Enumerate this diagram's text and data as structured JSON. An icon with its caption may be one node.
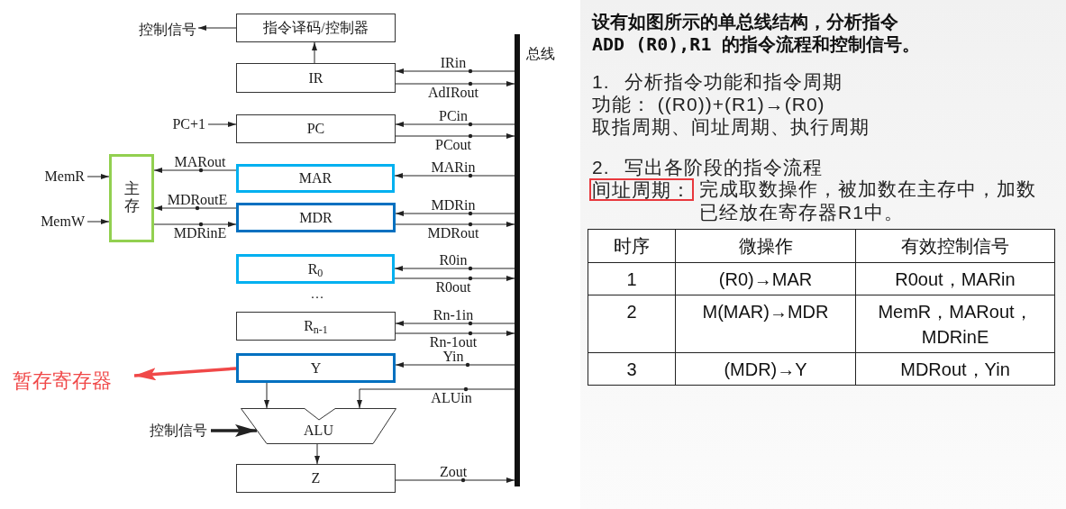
{
  "diagram": {
    "nodes": [
      {
        "text": [
          "控制信号"
        ]
      },
      {
        "text": [
          "指令译码/控制器"
        ]
      },
      {
        "text": [
          "IR"
        ]
      },
      {
        "text": [],
        "shape": "bar",
        "beside": [
          "总线"
        ]
      },
      {
        "text": [
          "PC+1"
        ]
      },
      {
        "text": [
          "PC"
        ]
      },
      {
        "text": [
          "MemR"
        ]
      },
      {
        "text": [
          "MemW"
        ]
      },
      {
        "text": [
          "主存"
        ]
      },
      {
        "text": [
          "MAR"
        ]
      },
      {
        "text": [
          "MDR"
        ]
      },
      {
        "text": [
          "R$_{0}$"
        ]
      },
      {
        "text": [
          "R$_{n-1}$"
        ]
      },
      {
        "text": [
          "Y"
        ]
      },
      {
        "text": [
          "ALU"
        ]
      },
      {
        "text": [
          "控制信号"
        ]
      },
      {
        "text": [
          "Z"
        ]
      },
      {
        "text": [
          "暂存寄存器"
        ]
      }
    ],
    "edges": [
      {
        "from": 1,
        "to": 0,
        "arrow": "to"
      },
      {
        "from": 2,
        "to": 1,
        "arrow": "to"
      },
      {
        "from": 3,
        "to": 2,
        "arrow": "to",
        "label": "IRin"
      },
      {
        "from": 2,
        "to": 3,
        "arrow": "to",
        "label": "AdIRout"
      },
      {
        "from": 4,
        "to": 5,
        "arrow": "to"
      },
      {
        "from": 3,
        "to": 5,
        "arrow": "to",
        "label": "PCin"
      },
      {
        "from": 5,
        "to": 3,
        "arrow": "to",
        "label": "PCout"
      },
      {
        "from": 9,
        "to": 8,
        "arrow": "to",
        "label": "MARout"
      },
      {
        "from": 3,
        "to": 9,
        "arrow": "to",
        "label": "MARin"
      },
      {
        "from": 6,
        "to": 8,
        "arrow": "to"
      },
      {
        "from": 7,
        "to": 8,
        "arrow": "to"
      },
      {
        "from": 10,
        "to": 8,
        "arrow": "to",
        "label": "MDRoutE"
      },
      {
        "from": 8,
        "to": 10,
        "arrow": "to",
        "label": "MDRinE"
      },
      {
        "from": 3,
        "to": 10,
        "arrow": "to",
        "label": "MDRin"
      },
      {
        "from": 10,
        "to": 3,
        "arrow": "to",
        "label": "MDRout"
      },
      {
        "from": 3,
        "to": 11,
        "arrow": "to",
        "label": "R0in"
      },
      {
        "from": 11,
        "to": 3,
        "arrow": "to",
        "label": "R0out"
      },
      {
        "from": 3,
        "to": 12,
        "arrow": "to",
        "label": "Rn-1in"
      },
      {
        "from": 12,
        "to": 3,
        "arrow": "to",
        "label": "Rn-1out"
      },
      {
        "from": 3,
        "to": 13,
        "arrow": "to",
        "label": "Yin"
      },
      {
        "from": 13,
        "to": 14,
        "arrow": "to"
      },
      {
        "from": 3,
        "to": 14,
        "arrow": "to",
        "label": "ALUin"
      },
      {
        "from": 15,
        "to": 14,
        "arrow": "to",
        "style": "thick"
      },
      {
        "from": 14,
        "to": 16,
        "arrow": "to"
      },
      {
        "from": 16,
        "to": 3,
        "arrow": "to",
        "label": "Zout"
      },
      {
        "from": 13,
        "to": 17,
        "arrow": "to",
        "style": "thick",
        "color": "#f04848"
      }
    ],
    "labels": [
      "…",
      "设有如图所示的单总线结构，分析指令ADD (R0),R1 的指令流程和控制信号。",
      "1. 分析指令功能和指令周期",
      "功能： ((R0))+(R1)→(R0)",
      "取指周期、间址周期、执行周期",
      "2. 写出各阶段的指令流程",
      "间址周期：",
      "完成取数操作，被加数在主存中，加数已经放在寄存器R1中。",
      "时序",
      "微操作",
      "有效控制信号",
      "1",
      "(R0)→MAR",
      "R0out，MARin",
      "2",
      "M(MAR)→MDR",
      "MemR，MARout，MDRinE",
      "3",
      "(MDR)→Y",
      "MDRout，Yin"
    ]
  }
}
